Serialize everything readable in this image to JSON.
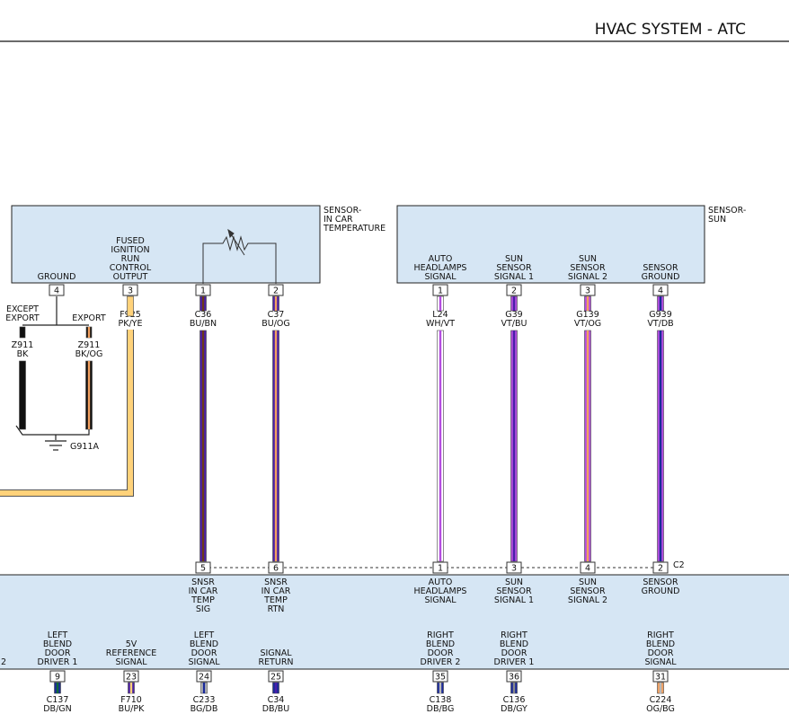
{
  "header": {
    "title": "HVAC SYSTEM - ATC"
  },
  "colors": {
    "module_fill": "#d6e6f4",
    "BK": "#111111",
    "BU": "#4a1fa8",
    "BN": "#6b3a1a",
    "OG": "#f2a060",
    "PK": "#ffd27a",
    "YE": "#ffd27a",
    "WH": "#ffffff",
    "VT": "#b44de0",
    "DB": "#1a2a9a",
    "GN": "#0f6a3a",
    "GY": "#888888",
    "BG": "#b8b8b8"
  },
  "sensor_in_car": {
    "name_lines": [
      "SENSOR-",
      "IN CAR",
      "TEMPERATURE"
    ],
    "pins": [
      {
        "num": "4",
        "label_lines": [
          "GROUND"
        ]
      },
      {
        "num": "3",
        "label_lines": [
          "FUSED",
          "IGNITION",
          "RUN",
          "CONTROL",
          "OUTPUT"
        ]
      },
      {
        "num": "1",
        "label_lines": []
      },
      {
        "num": "2",
        "label_lines": []
      }
    ]
  },
  "sensor_sun": {
    "name_lines": [
      "SENSOR-",
      "SUN"
    ],
    "pins": [
      {
        "num": "1",
        "label_lines": [
          "AUTO",
          "HEADLAMPS",
          "SIGNAL"
        ]
      },
      {
        "num": "2",
        "label_lines": [
          "SUN",
          "SENSOR",
          "SIGNAL 1"
        ]
      },
      {
        "num": "3",
        "label_lines": [
          "SUN",
          "SENSOR",
          "SIGNAL 2"
        ]
      },
      {
        "num": "4",
        "label_lines": [
          "SENSOR",
          "GROUND"
        ]
      }
    ]
  },
  "ground_branch": {
    "except_export_lines": [
      "EXCEPT",
      "EXPORT"
    ],
    "export_label": "EXPORT",
    "wire_left": {
      "code": "Z911",
      "color": "BK"
    },
    "wire_right": {
      "code": "Z911",
      "color": "BK/OG"
    },
    "ground_point": "G911A"
  },
  "wires": [
    {
      "code": "F925",
      "color": "PK/YE"
    },
    {
      "code": "C36",
      "color": "BU/BN"
    },
    {
      "code": "C37",
      "color": "BU/OG"
    },
    {
      "code": "L24",
      "color": "WH/VT"
    },
    {
      "code": "G39",
      "color": "VT/BU"
    },
    {
      "code": "G139",
      "color": "VT/OG"
    },
    {
      "code": "G939",
      "color": "VT/DB"
    }
  ],
  "hvac_module": {
    "connector": "C2",
    "c2_pins": [
      {
        "num": "5",
        "label_lines": [
          "SNSR",
          "IN CAR",
          "TEMP",
          "SIG"
        ]
      },
      {
        "num": "6",
        "label_lines": [
          "SNSR",
          "IN CAR",
          "TEMP",
          "RTN"
        ]
      },
      {
        "num": "1",
        "label_lines": [
          "AUTO",
          "HEADLAMPS",
          "SIGNAL"
        ]
      },
      {
        "num": "3",
        "label_lines": [
          "SUN",
          "SENSOR",
          "SIGNAL 1"
        ]
      },
      {
        "num": "4",
        "label_lines": [
          "SUN",
          "SENSOR",
          "SIGNAL 2"
        ]
      },
      {
        "num": "2",
        "label_lines": [
          "SENSOR",
          "GROUND"
        ]
      }
    ],
    "partial_left_label": "2",
    "bottom_pins": [
      {
        "num": "9",
        "label_lines": [
          "LEFT",
          "BLEND",
          "DOOR",
          "DRIVER 1"
        ],
        "code": "C137",
        "color": "DB/GN"
      },
      {
        "num": "23",
        "label_lines": [
          "5V",
          "REFERENCE",
          "SIGNAL"
        ],
        "code": "F710",
        "color": "BU/PK"
      },
      {
        "num": "24",
        "label_lines": [
          "LEFT",
          "BLEND",
          "DOOR",
          "SIGNAL"
        ],
        "code": "C233",
        "color": "BG/DB"
      },
      {
        "num": "25",
        "label_lines": [
          "SIGNAL",
          "RETURN"
        ],
        "code": "C34",
        "color": "DB/BU"
      },
      {
        "num": "35",
        "label_lines": [
          "RIGHT",
          "BLEND",
          "DOOR",
          "DRIVER 2"
        ],
        "code": "C138",
        "color": "DB/BG"
      },
      {
        "num": "36",
        "label_lines": [
          "RIGHT",
          "BLEND",
          "DOOR",
          "DRIVER 1"
        ],
        "code": "C136",
        "color": "DB/GY"
      },
      {
        "num": "31",
        "label_lines": [
          "RIGHT",
          "BLEND",
          "DOOR",
          "SIGNAL"
        ],
        "code": "C224",
        "color": "OG/BG"
      }
    ]
  }
}
